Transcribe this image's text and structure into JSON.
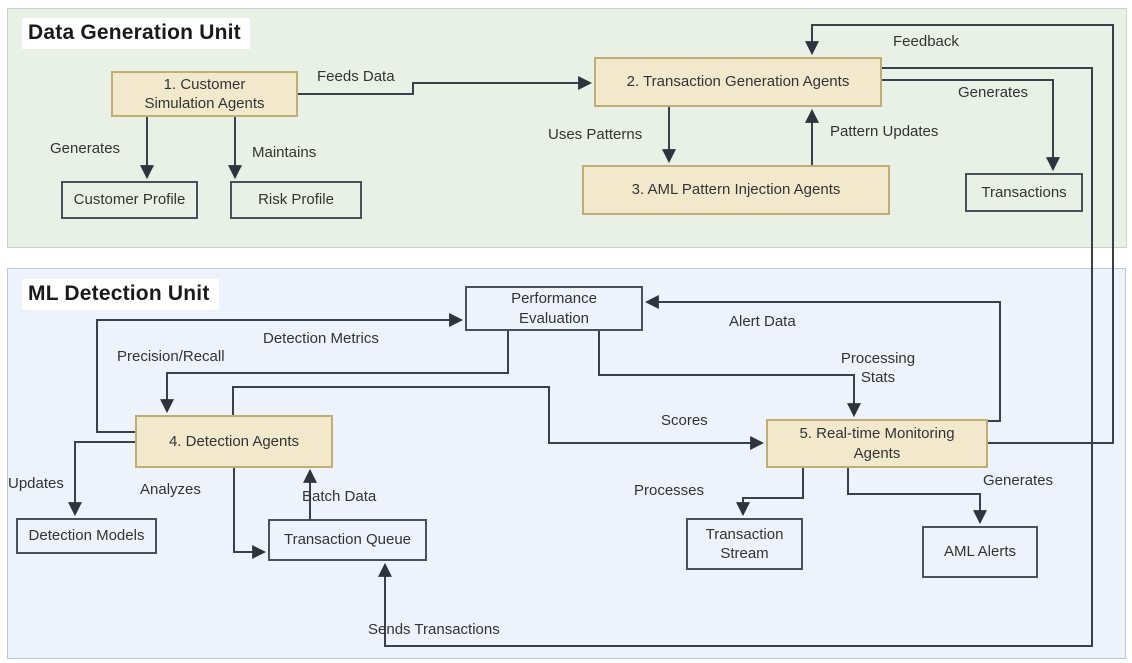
{
  "diagram": {
    "units": {
      "data_generation": {
        "title": "Data Generation Unit"
      },
      "ml_detection": {
        "title": "ML Detection Unit"
      }
    },
    "nodes": {
      "customer_simulation": {
        "label": "1. Customer\nSimulation Agents",
        "type": "agent"
      },
      "transaction_generation": {
        "label": "2. Transaction Generation Agents",
        "type": "agent"
      },
      "aml_pattern_injection": {
        "label": "3. AML Pattern Injection Agents",
        "type": "agent"
      },
      "detection_agents": {
        "label": "4. Detection Agents",
        "type": "agent"
      },
      "realtime_monitoring": {
        "label": "5. Real-time Monitoring\nAgents",
        "type": "agent"
      },
      "customer_profile": {
        "label": "Customer Profile",
        "type": "artifact"
      },
      "risk_profile": {
        "label": "Risk Profile",
        "type": "artifact"
      },
      "transactions": {
        "label": "Transactions",
        "type": "artifact"
      },
      "performance_evaluation": {
        "label": "Performance\nEvaluation",
        "type": "artifact"
      },
      "detection_models": {
        "label": "Detection Models",
        "type": "artifact"
      },
      "transaction_queue": {
        "label": "Transaction Queue",
        "type": "artifact"
      },
      "transaction_stream": {
        "label": "Transaction\nStream",
        "type": "artifact"
      },
      "aml_alerts": {
        "label": "AML Alerts",
        "type": "artifact"
      }
    },
    "edge_labels": {
      "feeds_data": "Feeds Data",
      "generates_profile": "Generates",
      "maintains": "Maintains",
      "uses_patterns": "Uses Patterns",
      "pattern_updates": "Pattern Updates",
      "feedback": "Feedback",
      "generates_transactions": "Generates",
      "sends_transactions": "Sends Transactions",
      "detection_metrics": "Detection Metrics",
      "precision_recall": "Precision/Recall",
      "scores": "Scores",
      "alert_data": "Alert Data",
      "processing_stats": "Processing\nStats",
      "updates": "Updates",
      "analyzes": "Analyzes",
      "batch_data": "Batch Data",
      "processes": "Processes",
      "generates_alerts": "Generates"
    },
    "colors": {
      "agent_fill": "#f2e9cd",
      "agent_border": "#bfae74",
      "artifact_border": "#4a4f5c",
      "edge": "#3a3f4a",
      "data_generation_bg": "#e9f1e6",
      "data_generation_border": "#c4d6bf",
      "ml_detection_bg": "#edf2fb",
      "ml_detection_border": "#b9c6df",
      "text": "#333333"
    }
  }
}
